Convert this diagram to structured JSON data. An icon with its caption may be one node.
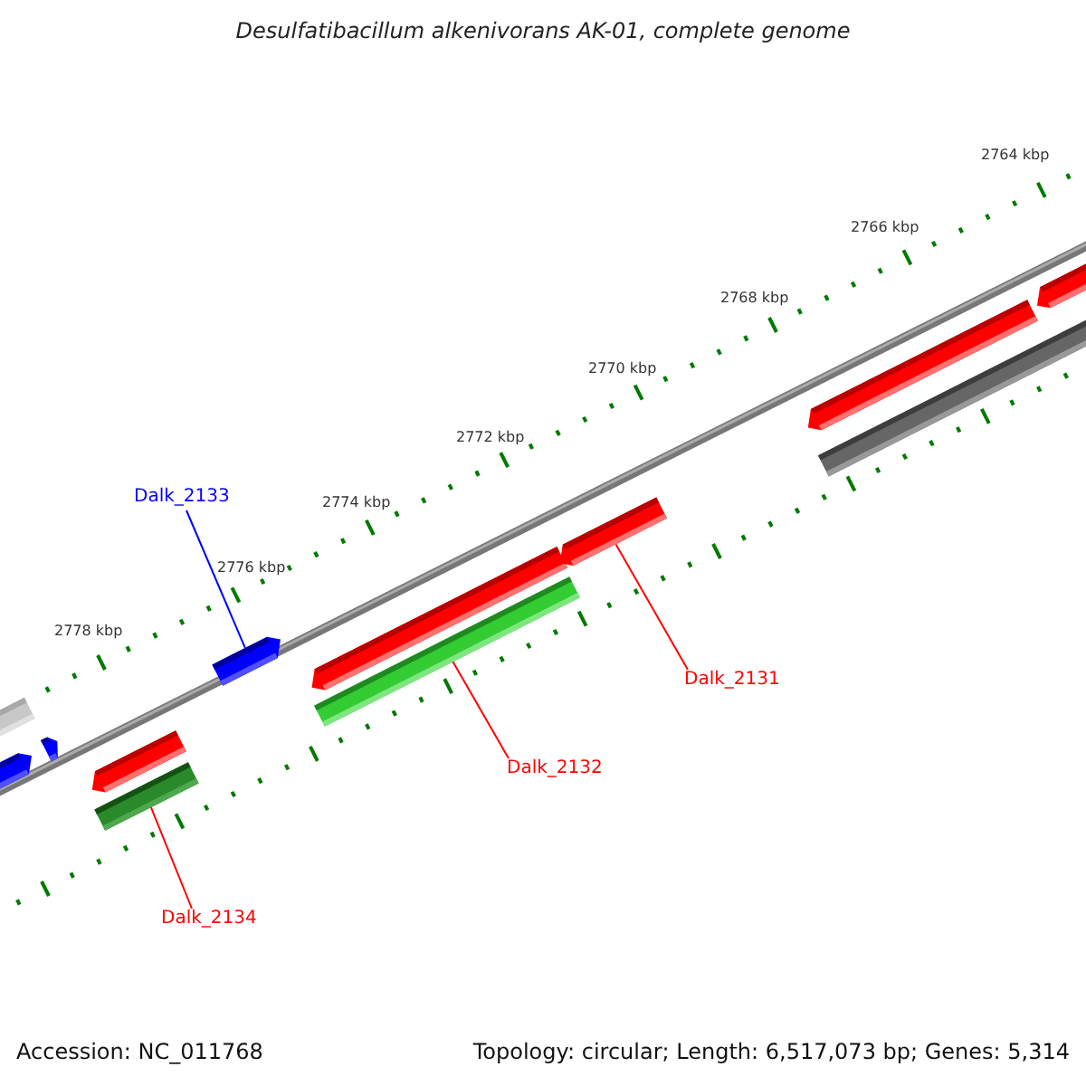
{
  "diagram": {
    "title": "Desulfatibacillum alkenivorans AK-01, complete genome",
    "nodes": [
      {
        "text": [],
        "shape": "bar"
      },
      {
        "text": [],
        "shape": "bar"
      },
      {
        "text": [],
        "shape": "bar"
      },
      {
        "text": [],
        "shape": "bar"
      },
      {
        "text": [],
        "shape": "bar"
      },
      {
        "text": [],
        "shape": "bar"
      },
      {
        "text": [],
        "shape": "bar"
      },
      {
        "text": [],
        "shape": "bar"
      },
      {
        "text": [],
        "shape": "bar"
      },
      {
        "text": [],
        "shape": "bar"
      },
      {
        "text": [],
        "shape": "bar"
      },
      {
        "text": [],
        "shape": "bar"
      },
      {
        "text": [
          "Dalk_2133"
        ]
      },
      {
        "text": [
          "Dalk_2131"
        ]
      },
      {
        "text": [
          "Dalk_2132"
        ]
      },
      {
        "text": [
          "Dalk_2134"
        ]
      }
    ],
    "edges": [
      {
        "from": 12,
        "to": 5,
        "arrow": "none",
        "color": "#0000ff"
      },
      {
        "from": 13,
        "to": 8,
        "arrow": "none"
      },
      {
        "from": 14,
        "to": 7,
        "arrow": "none"
      },
      {
        "from": 15,
        "to": 4,
        "arrow": "none"
      }
    ],
    "labels": [
      "2764 kbp",
      "2766 kbp",
      "2768 kbp",
      "2770 kbp",
      "2772 kbp",
      "2774 kbp",
      "2776 kbp",
      "2778 kbp",
      "Accession: NC_011768",
      "Topology: circular; Length: 6,517,073 bp; Genes: 5,314"
    ]
  }
}
